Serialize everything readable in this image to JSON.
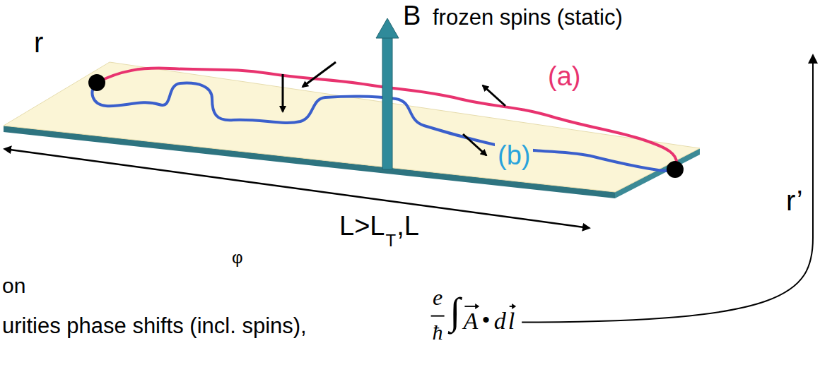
{
  "diagram": {
    "labels": [
      "r",
      "B",
      "frozen spins (static)",
      "(a)",
      "(b)",
      "r’",
      "L>L",
      "T",
      ",L",
      "φ",
      "on",
      "urities phase shifts (incl. spins),",
      "e",
      "ħ",
      "∫",
      "A",
      "•",
      "d",
      "l"
    ]
  }
}
